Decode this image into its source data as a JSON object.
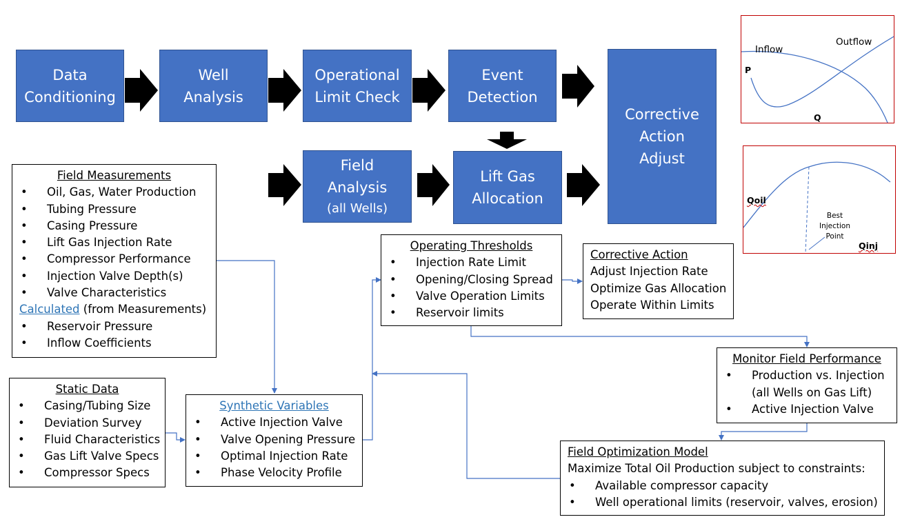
{
  "process": {
    "data_conditioning": [
      "Data",
      "Conditioning"
    ],
    "well_analysis": [
      "Well",
      "Analysis"
    ],
    "operational_limit_check": [
      "Operational",
      "Limit Check"
    ],
    "event_detection": [
      "Event",
      "Detection"
    ],
    "corrective_action_adjust": [
      "Corrective",
      "Action",
      "Adjust"
    ],
    "field_analysis": [
      "Field",
      "Analysis",
      "(all Wells)"
    ],
    "lift_gas_allocation": [
      "Lift Gas",
      "Allocation"
    ]
  },
  "field_measurements": {
    "title": "Field Measurements",
    "items": [
      "Oil, Gas, Water Production",
      "Tubing Pressure",
      "Casing Pressure",
      "Lift Gas Injection Rate",
      "Compressor Performance",
      "Injection Valve Depth(s)",
      "Valve Characteristics"
    ],
    "calculated_label": "Calculated",
    "calculated_suffix": " (from Measurements)",
    "calculated_items": [
      "Reservoir Pressure",
      "Inflow Coefficients"
    ]
  },
  "static_data": {
    "title": "Static Data",
    "items": [
      "Casing/Tubing Size",
      "Deviation Survey",
      "Fluid Characteristics",
      "Gas Lift Valve Specs",
      "Compressor Specs"
    ]
  },
  "synthetic_variables": {
    "title": "Synthetic Variables",
    "items": [
      "Active Injection Valve",
      "Valve Opening Pressure",
      "Optimal Injection Rate",
      "Phase Velocity Profile"
    ]
  },
  "operating_thresholds": {
    "title": "Operating Thresholds",
    "items": [
      "Injection Rate Limit",
      "Opening/Closing Spread",
      "Valve Operation Limits",
      "Reservoir limits"
    ]
  },
  "corrective_action": {
    "title": "Corrective Action",
    "lines": [
      "Adjust Injection Rate",
      "Optimize Gas Allocation",
      "Operate Within Limits"
    ]
  },
  "monitor_field_performance": {
    "title": "Monitor Field Performance",
    "items": [
      "Production vs. Injection",
      "Active Injection Valve"
    ],
    "item0_line2": "(all Wells on Gas Lift)"
  },
  "field_optimization_model": {
    "title": "Field Optimization Model",
    "subtitle": "Maximize Total Oil Production subject to constraints:",
    "items": [
      "Available compressor capacity",
      "Well operational limits (reservoir, valves, erosion)"
    ]
  },
  "inflow_outflow_graph": {
    "inflow_label": "Inflow",
    "outflow_label": "Outflow",
    "y_label": "P",
    "x_label": "Q"
  },
  "injection_graph": {
    "y_label": "Qoil",
    "x_label": "Qinj",
    "annotation": [
      "Best",
      "Injection",
      "Point"
    ]
  },
  "colors": {
    "process_fill": "#4472c4",
    "process_border": "#2f528f",
    "connector": "#4472c4",
    "graph_frame": "#c00000",
    "link_text": "#2e75b6"
  }
}
